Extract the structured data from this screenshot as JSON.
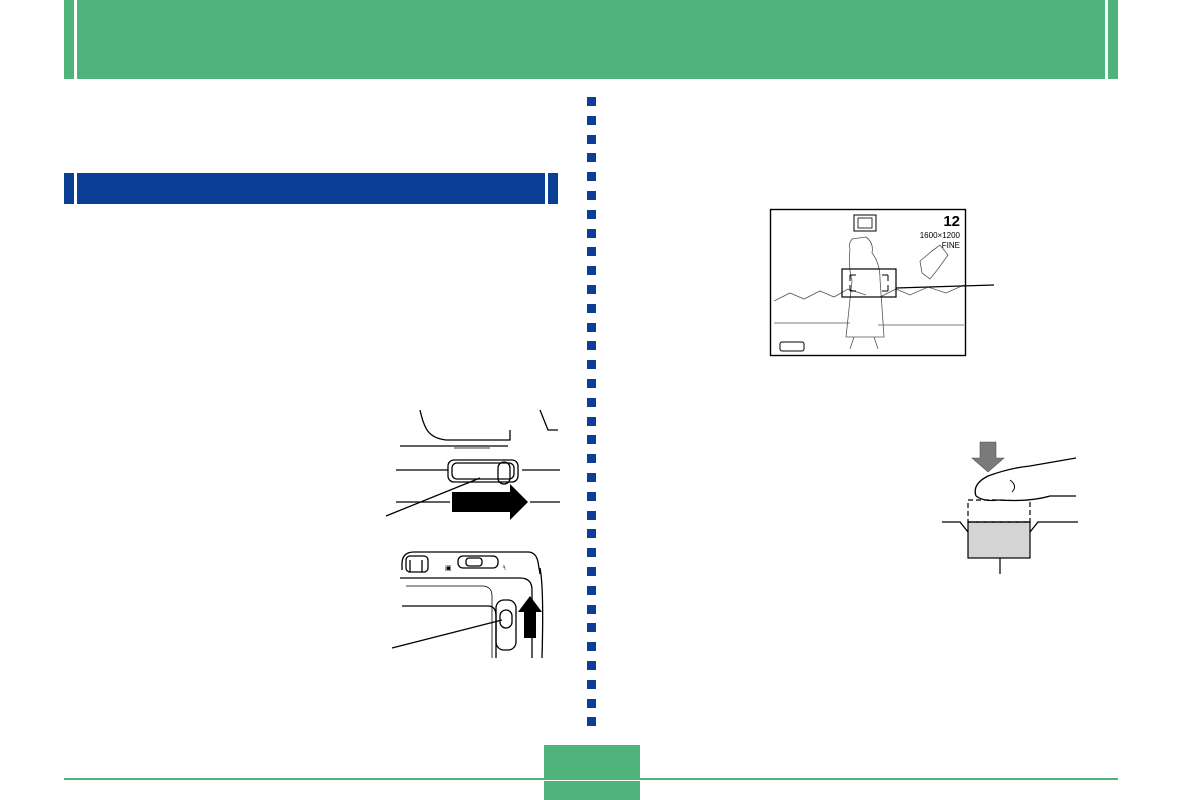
{
  "header": {
    "title": ""
  },
  "section": {
    "title": ""
  },
  "lcd": {
    "shots_remaining": "12",
    "resolution": "1600×1200",
    "quality": "FINE"
  },
  "footer": {
    "page_number": ""
  },
  "colors": {
    "banner_green": "#4fb47c",
    "section_blue": "#0a3f95",
    "divider_blue": "#0a3f95",
    "button_gray": "#d4d4d4"
  }
}
